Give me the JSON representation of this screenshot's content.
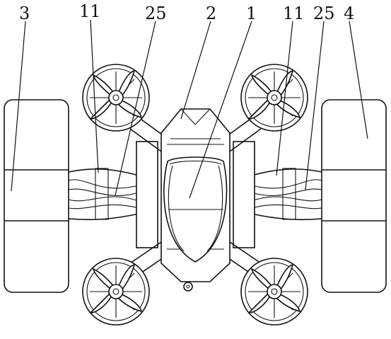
{
  "labels": {
    "l3": "3",
    "l11a": "11",
    "l25a": "25",
    "l2": "2",
    "l1": "1",
    "l11b": "11",
    "l25b": "25",
    "l4": "4"
  },
  "colors": {
    "line": "#111111",
    "background": "#ffffff"
  },
  "icons": [
    "propeller-icon"
  ]
}
